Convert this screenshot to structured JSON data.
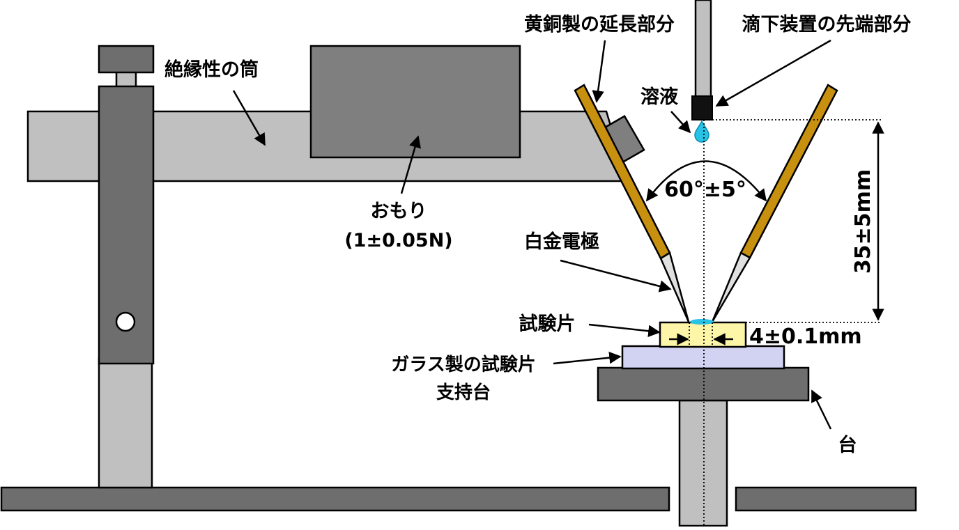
{
  "labels": {
    "insulating_tube": "絶縁性の筒",
    "weight_line1": "おもり",
    "weight_line2": "(1±0.05N)",
    "brass_extension": "黄銅製の延長部分",
    "dropper_tip": "滴下装置の先端部分",
    "solution": "溶液",
    "angle": "60°±5°",
    "height": "35±5mm",
    "platinum_electrode": "白金電極",
    "specimen": "試験片",
    "gap": "4±0.1mm",
    "glass_support_line1": "ガラス製の試験片",
    "glass_support_line2": "支持台",
    "stand": "台"
  },
  "colors": {
    "dark_gray": "#6e6e6e",
    "weight_gray": "#7f7f7f",
    "light_gray": "#c0c0c0",
    "brass": "#c8900f",
    "tip": "#e0e0e0",
    "specimen": "#fdf6a8",
    "glass": "#d2d2f2",
    "drop": "#27c2e6"
  }
}
